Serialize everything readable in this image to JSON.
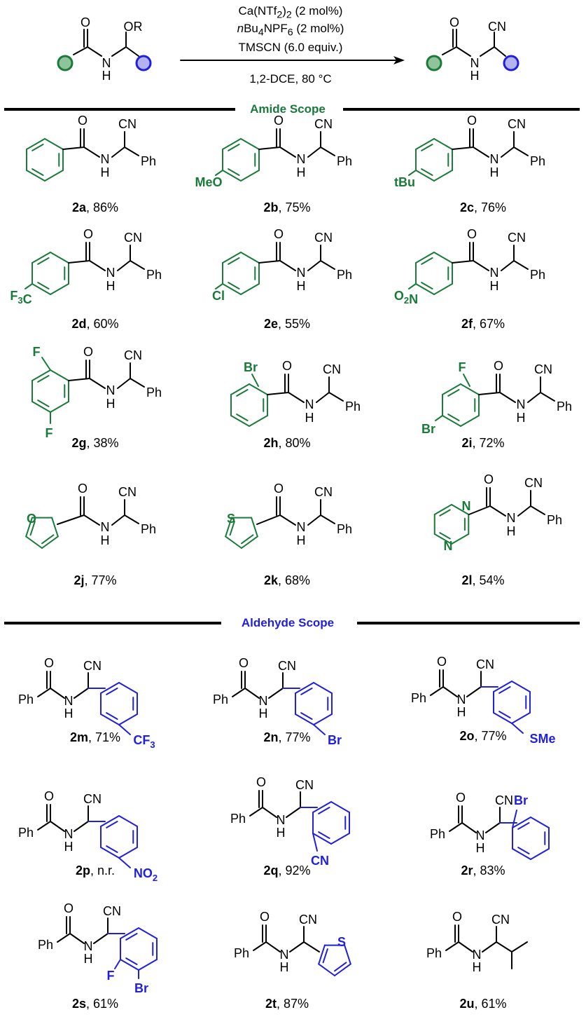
{
  "colors": {
    "amide": "#1a7a3a",
    "aldehyde": "#1f1fe0",
    "line": "#000000"
  },
  "reaction": {
    "conditions": {
      "line1": "Ca(NTf2)2 (2 mol%)",
      "line2": "nBu4NPF6 (2 mol%)",
      "line3": "TMSCN (6.0 equiv.)",
      "line4": "1,2-DCE, 80 °C"
    },
    "sm_labels": {
      "O": "O",
      "OR": "OR",
      "NH": "N",
      "H": "H"
    },
    "pr_labels": {
      "O": "O",
      "CN": "CN",
      "NH": "N",
      "H": "H"
    }
  },
  "sections": {
    "amide": "Amide Scope",
    "aldehyde": "Aldehyde Scope"
  },
  "compounds": [
    {
      "id": "2a",
      "yield": "86%"
    },
    {
      "id": "2b",
      "yield": "75%"
    },
    {
      "id": "2c",
      "yield": "76%"
    },
    {
      "id": "2d",
      "yield": "60%"
    },
    {
      "id": "2e",
      "yield": "55%"
    },
    {
      "id": "2f",
      "yield": "67%"
    },
    {
      "id": "2g",
      "yield": "38%"
    },
    {
      "id": "2h",
      "yield": "80%"
    },
    {
      "id": "2i",
      "yield": "72%"
    },
    {
      "id": "2j",
      "yield": "77%"
    },
    {
      "id": "2k",
      "yield": "68%"
    },
    {
      "id": "2l",
      "yield": "54%"
    },
    {
      "id": "2m",
      "yield": "71%"
    },
    {
      "id": "2n",
      "yield": "77%"
    },
    {
      "id": "2o",
      "yield": "77%"
    },
    {
      "id": "2p",
      "yield": "n.r."
    },
    {
      "id": "2q",
      "yield": "92%"
    },
    {
      "id": "2r",
      "yield": "83%"
    },
    {
      "id": "2s",
      "yield": "61%"
    },
    {
      "id": "2t",
      "yield": "87%"
    },
    {
      "id": "2u",
      "yield": "61%"
    }
  ],
  "atoms": {
    "O": "O",
    "N": "N",
    "H": "H",
    "CN": "CN",
    "Ph": "Ph",
    "S": "S"
  },
  "substituents": {
    "2b": "MeO",
    "2c": "tBu",
    "2d": "F3C",
    "2e": "Cl",
    "2f": "O2N",
    "2g_a": "F",
    "2g_b": "F",
    "2h": "Br",
    "2i_a": "F",
    "2i_b": "Br",
    "2m": "CF3",
    "2n": "Br",
    "2o": "SMe",
    "2p": "NO2",
    "2q": "CN",
    "2r": "Br",
    "2s_a": "F",
    "2s_b": "Br"
  }
}
